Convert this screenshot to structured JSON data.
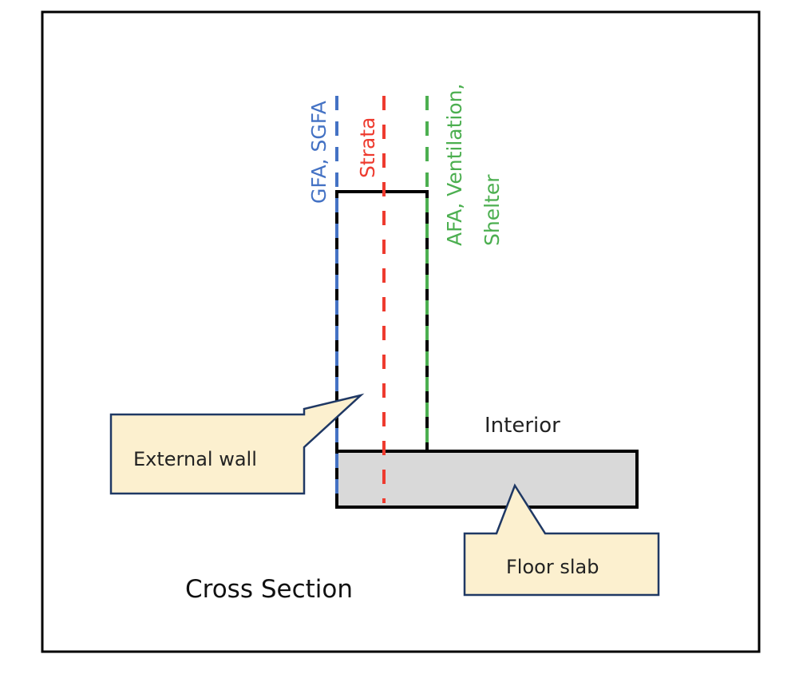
{
  "diagram": {
    "title": "Cross Section",
    "labels": {
      "gfa": "GFA, SGFA",
      "strata": "Strata",
      "afa_line1": "AFA, Ventilation,",
      "afa_line2": "Shelter",
      "interior": "Interior"
    },
    "callouts": {
      "external_wall": "External wall",
      "floor_slab": "Floor slab"
    },
    "colors": {
      "gfa": "#4472C4",
      "strata": "#EE3B2F",
      "afa": "#4CAF50",
      "outline": "#000000",
      "slab_fill": "#D9D9D9",
      "callout_fill": "#FCF0CF",
      "callout_border": "#1F3864",
      "text": "#222222"
    }
  }
}
